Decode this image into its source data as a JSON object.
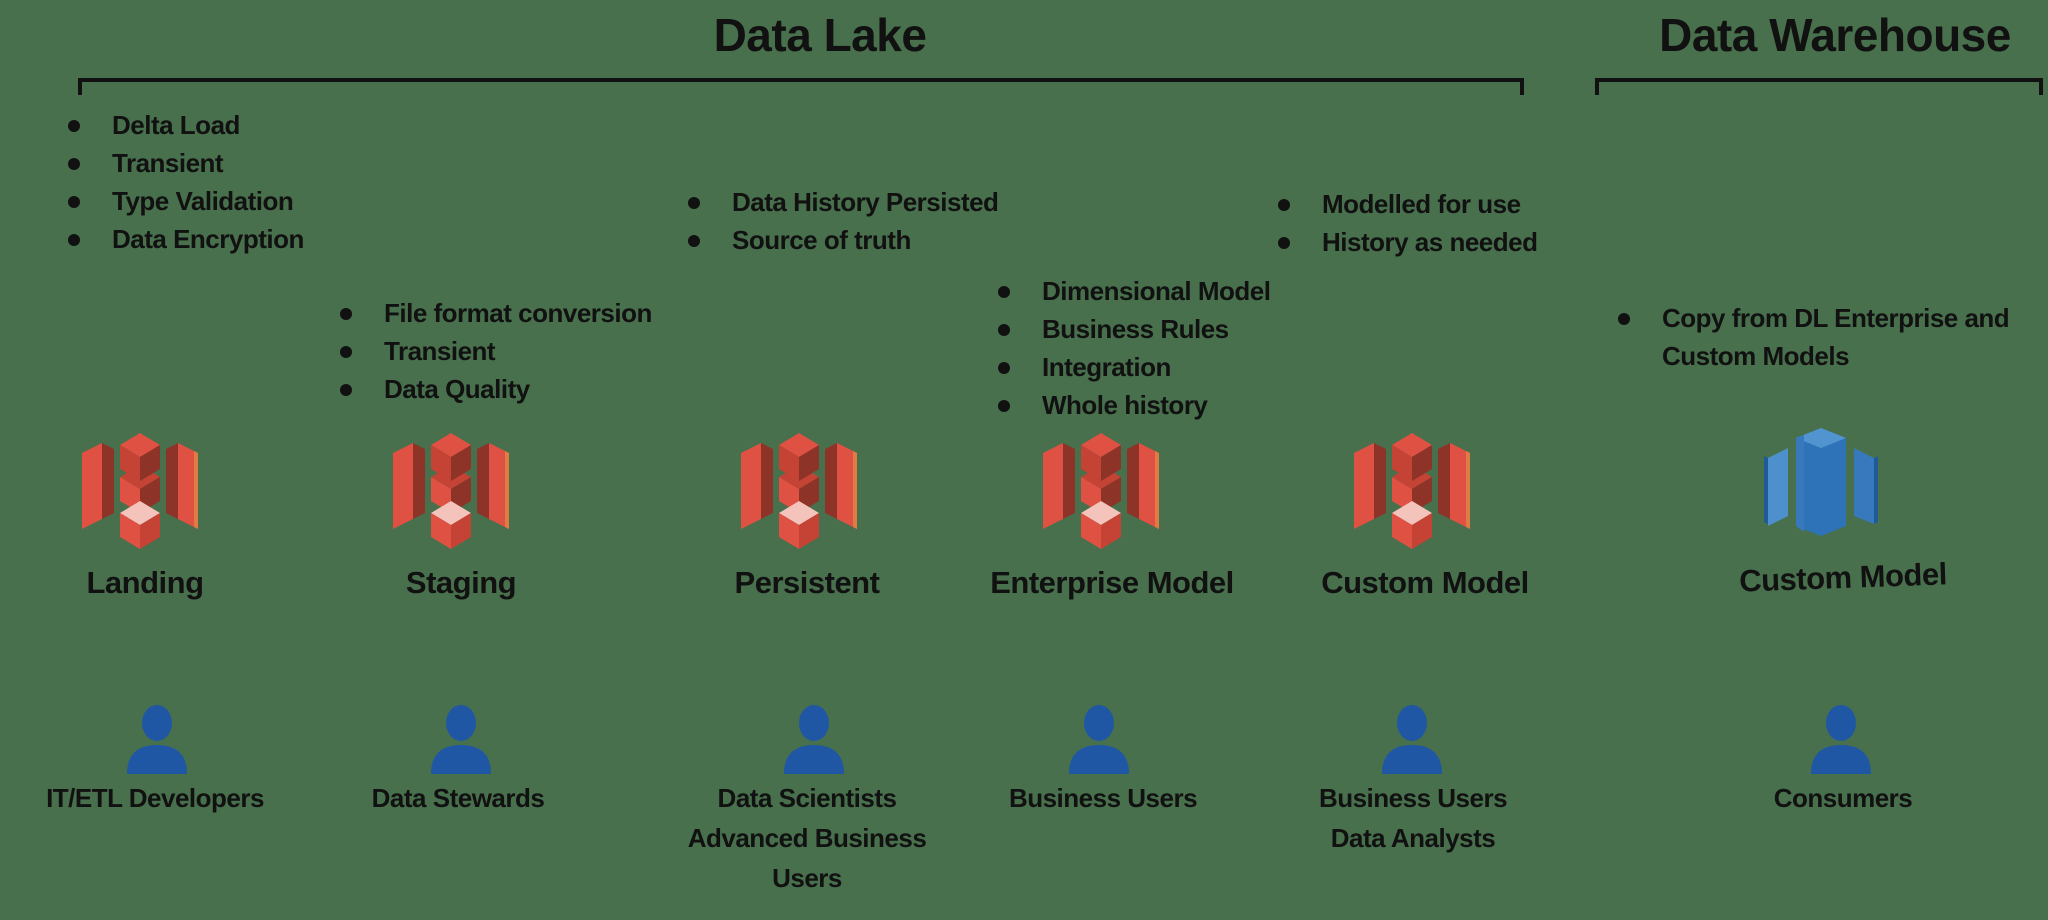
{
  "colors": {
    "bg": "#48704D",
    "ink": "#111111",
    "s3_bright": "#DF5142",
    "s3_dark": "#8E3327",
    "s3_mid": "#C44334",
    "s3_pink": "#F4C3BC",
    "s3_edge": "#E07B45",
    "rs_light": "#5294CF",
    "rs_mid": "#2E73B8",
    "rs_slab": "#4E90CB",
    "rs_slab2": "#3779BC",
    "rs_dark": "#205B97",
    "person_blue": "#1F57A4"
  },
  "icons": {
    "bucket": "s3-bucket-icon",
    "warehouse": "redshift-database-icon",
    "user": "person-icon"
  },
  "sections": [
    {
      "title": "Data Lake"
    },
    {
      "title": "Data Warehouse"
    }
  ],
  "columns": [
    {
      "label": "Landing",
      "bullets": [
        "Delta Load",
        "Transient",
        "Type Validation",
        "Data Encryption"
      ],
      "users": [
        "IT/ETL Developers"
      ]
    },
    {
      "label": "Staging",
      "bullets": [
        "File format conversion",
        "Transient",
        "Data Quality"
      ],
      "users": [
        "Data Stewards"
      ]
    },
    {
      "label": "Persistent",
      "bullets": [
        "Data History Persisted",
        "Source of truth"
      ],
      "users": [
        "Data Scientists",
        "Advanced Business Users"
      ]
    },
    {
      "label": "Enterprise Model",
      "bullets": [
        "Dimensional Model",
        "Business Rules",
        "Integration",
        "Whole history"
      ],
      "users": [
        "Business Users"
      ]
    },
    {
      "label": "Custom Model",
      "bullets": [
        "Modelled for use",
        "History as needed"
      ],
      "users": [
        "Business Users",
        "Data Analysts"
      ]
    },
    {
      "label": "Custom Model",
      "bullets": [
        "Copy from DL Enterprise and Custom Models"
      ],
      "users": [
        "Consumers"
      ]
    }
  ]
}
